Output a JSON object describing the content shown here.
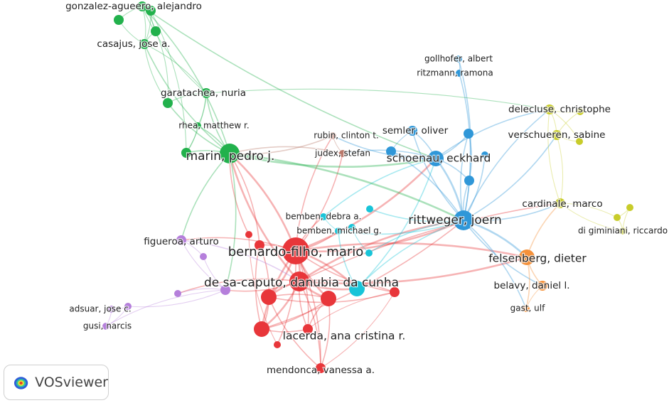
{
  "app": {
    "name": "VOSviewer",
    "logo_icon": "vosviewer-logo-icon"
  },
  "clusters": {
    "red": "#e8363a",
    "green": "#22b14c",
    "blue": "#2f97d8",
    "yellow": "#c8cc2a",
    "purple": "#b57fdb",
    "cyan": "#18c4d8",
    "orange": "#f5913a",
    "brown": "#b9786a"
  },
  "nodes": [
    {
      "id": "bernardo",
      "label": "bernardo-filho, mario",
      "cluster": "red",
      "weight": 5
    },
    {
      "id": "desacaputo",
      "label": "de sa-caputo, danubia da cunha",
      "cluster": "red",
      "weight": 4
    },
    {
      "id": "lacerda",
      "label": "lacerda, ana cristina r.",
      "cluster": "red",
      "weight": 3
    },
    {
      "id": "mendonca",
      "label": "mendonca, vanessa a.",
      "cluster": "red",
      "weight": 2
    },
    {
      "id": "r1",
      "label": "",
      "cluster": "red",
      "weight": 2
    },
    {
      "id": "r2",
      "label": "",
      "cluster": "red",
      "weight": 3
    },
    {
      "id": "r3",
      "label": "",
      "cluster": "red",
      "weight": 3
    },
    {
      "id": "r4",
      "label": "",
      "cluster": "red",
      "weight": 2
    },
    {
      "id": "r5",
      "label": "",
      "cluster": "red",
      "weight": 2
    },
    {
      "id": "r6",
      "label": "",
      "cluster": "red",
      "weight": 1
    },
    {
      "id": "r7",
      "label": "",
      "cluster": "red",
      "weight": 1
    },
    {
      "id": "marin",
      "label": "marin, pedro j.",
      "cluster": "green",
      "weight": 4
    },
    {
      "id": "garatachea",
      "label": "garatachea, nuria",
      "cluster": "green",
      "weight": 2
    },
    {
      "id": "rhea",
      "label": "rhea, matthew r.",
      "cluster": "green",
      "weight": 1
    },
    {
      "id": "casajus",
      "label": "casajus, jose a.",
      "cluster": "green",
      "weight": 2
    },
    {
      "id": "gonzalez",
      "label": "gonzalez-agueero, alejandro",
      "cluster": "green",
      "weight": 2
    },
    {
      "id": "g1",
      "label": "",
      "cluster": "green",
      "weight": 2
    },
    {
      "id": "g2",
      "label": "",
      "cluster": "green",
      "weight": 2
    },
    {
      "id": "g3",
      "label": "",
      "cluster": "green",
      "weight": 2
    },
    {
      "id": "g4",
      "label": "",
      "cluster": "green",
      "weight": 2
    },
    {
      "id": "g5",
      "label": "",
      "cluster": "green",
      "weight": 2
    },
    {
      "id": "rittweger",
      "label": "rittweger, joern",
      "cluster": "blue",
      "weight": 4
    },
    {
      "id": "schoenau",
      "label": "schoenau, eckhard",
      "cluster": "blue",
      "weight": 3
    },
    {
      "id": "semler",
      "label": "semler, oliver",
      "cluster": "blue",
      "weight": 2
    },
    {
      "id": "gollhofer",
      "label": "gollhofer, albert",
      "cluster": "blue",
      "weight": 1
    },
    {
      "id": "ritzmann",
      "label": "ritzmann, ramona",
      "cluster": "blue",
      "weight": 1
    },
    {
      "id": "b1",
      "label": "",
      "cluster": "blue",
      "weight": 2
    },
    {
      "id": "b2",
      "label": "",
      "cluster": "blue",
      "weight": 2
    },
    {
      "id": "b3",
      "label": "",
      "cluster": "blue",
      "weight": 1
    },
    {
      "id": "b4",
      "label": "",
      "cluster": "blue",
      "weight": 2
    },
    {
      "id": "felsenberg",
      "label": "felsenberg, dieter",
      "cluster": "orange",
      "weight": 3
    },
    {
      "id": "belavy",
      "label": "belavy, daniel l.",
      "cluster": "orange",
      "weight": 2
    },
    {
      "id": "gast",
      "label": "gast, ulf",
      "cluster": "orange",
      "weight": 1
    },
    {
      "id": "delecluse",
      "label": "delecluse, christophe",
      "cluster": "yellow",
      "weight": 2
    },
    {
      "id": "verschueren",
      "label": "verschueren, sabine",
      "cluster": "yellow",
      "weight": 2
    },
    {
      "id": "cardinale",
      "label": "cardinale, marco",
      "cluster": "yellow",
      "weight": 2
    },
    {
      "id": "digiminiani",
      "label": "di giminiani, riccardo",
      "cluster": "yellow",
      "weight": 1
    },
    {
      "id": "y1",
      "label": "",
      "cluster": "yellow",
      "weight": 1
    },
    {
      "id": "y2",
      "label": "",
      "cluster": "yellow",
      "weight": 1
    },
    {
      "id": "y3",
      "label": "",
      "cluster": "yellow",
      "weight": 1
    },
    {
      "id": "y4",
      "label": "",
      "cluster": "yellow",
      "weight": 1
    },
    {
      "id": "figueroa",
      "label": "figueroa, arturo",
      "cluster": "purple",
      "weight": 2
    },
    {
      "id": "adsuar",
      "label": "adsuar, jose c.",
      "cluster": "purple",
      "weight": 1
    },
    {
      "id": "gusi",
      "label": "gusi, narcis",
      "cluster": "purple",
      "weight": 1
    },
    {
      "id": "p1",
      "label": "",
      "cluster": "purple",
      "weight": 2
    },
    {
      "id": "p2",
      "label": "",
      "cluster": "purple",
      "weight": 1
    },
    {
      "id": "p3",
      "label": "",
      "cluster": "purple",
      "weight": 1
    },
    {
      "id": "p4",
      "label": "",
      "cluster": "purple",
      "weight": 1
    },
    {
      "id": "bembenda",
      "label": "bemben, debra a.",
      "cluster": "cyan",
      "weight": 1
    },
    {
      "id": "bembenmg",
      "label": "bemben, michael g.",
      "cluster": "cyan",
      "weight": 1
    },
    {
      "id": "c1",
      "label": "",
      "cluster": "cyan",
      "weight": 3
    },
    {
      "id": "c2",
      "label": "",
      "cluster": "cyan",
      "weight": 1
    },
    {
      "id": "c3",
      "label": "",
      "cluster": "cyan",
      "weight": 1
    },
    {
      "id": "c4",
      "label": "",
      "cluster": "cyan",
      "weight": 1
    },
    {
      "id": "rubin",
      "label": "rubin, clinton t.",
      "cluster": "brown",
      "weight": 1
    },
    {
      "id": "judex",
      "label": "judex, stefan",
      "cluster": "brown",
      "weight": 1
    }
  ],
  "links": [
    [
      "bernardo",
      "desacaputo"
    ],
    [
      "bernardo",
      "lacerda"
    ],
    [
      "bernardo",
      "mendonca"
    ],
    [
      "bernardo",
      "r1"
    ],
    [
      "bernardo",
      "r2"
    ],
    [
      "bernardo",
      "r3"
    ],
    [
      "bernardo",
      "r4"
    ],
    [
      "bernardo",
      "r5"
    ],
    [
      "bernardo",
      "r6"
    ],
    [
      "desacaputo",
      "lacerda"
    ],
    [
      "desacaputo",
      "mendonca"
    ],
    [
      "desacaputo",
      "r2"
    ],
    [
      "desacaputo",
      "r3"
    ],
    [
      "desacaputo",
      "r4"
    ],
    [
      "desacaputo",
      "r5"
    ],
    [
      "desacaputo",
      "c1"
    ],
    [
      "lacerda",
      "mendonca"
    ],
    [
      "lacerda",
      "r2"
    ],
    [
      "lacerda",
      "r3"
    ],
    [
      "lacerda",
      "r4"
    ],
    [
      "mendonca",
      "r2"
    ],
    [
      "mendonca",
      "r5"
    ],
    [
      "r1",
      "r2"
    ],
    [
      "r1",
      "r3"
    ],
    [
      "r2",
      "r3"
    ],
    [
      "r3",
      "r4"
    ],
    [
      "r4",
      "r5"
    ],
    [
      "r2",
      "r5"
    ],
    [
      "r6",
      "r7"
    ],
    [
      "bernardo",
      "marin"
    ],
    [
      "desacaputo",
      "marin"
    ],
    [
      "r1",
      "marin"
    ],
    [
      "r7",
      "marin"
    ],
    [
      "bernardo",
      "rittweger"
    ],
    [
      "desacaputo",
      "rittweger"
    ],
    [
      "bernardo",
      "schoenau"
    ],
    [
      "bernardo",
      "c1"
    ],
    [
      "bernardo",
      "bembenmg"
    ],
    [
      "bernardo",
      "bembenda"
    ],
    [
      "bernardo",
      "figueroa"
    ],
    [
      "desacaputo",
      "p1"
    ],
    [
      "desacaputo",
      "p2"
    ],
    [
      "bernardo",
      "rubin"
    ],
    [
      "bernardo",
      "judex"
    ],
    [
      "bernardo",
      "felsenberg"
    ],
    [
      "desacaputo",
      "felsenberg"
    ],
    [
      "desacaputo",
      "cardinale"
    ],
    [
      "r3",
      "rittweger"
    ],
    [
      "c1",
      "rittweger"
    ],
    [
      "c1",
      "schoenau"
    ],
    [
      "c1",
      "bembenmg"
    ],
    [
      "bembenda",
      "bembenmg"
    ],
    [
      "bembenmg",
      "c2"
    ],
    [
      "c2",
      "c3"
    ],
    [
      "c3",
      "rittweger"
    ],
    [
      "c4",
      "rittweger"
    ],
    [
      "bembenda",
      "schoenau"
    ],
    [
      "bembenmg",
      "rittweger"
    ],
    [
      "marin",
      "garatachea"
    ],
    [
      "marin",
      "rhea"
    ],
    [
      "marin",
      "g1"
    ],
    [
      "marin",
      "g2"
    ],
    [
      "marin",
      "casajus"
    ],
    [
      "marin",
      "gonzalez"
    ],
    [
      "garatachea",
      "rhea"
    ],
    [
      "garatachea",
      "g1"
    ],
    [
      "garatachea",
      "g2"
    ],
    [
      "casajus",
      "gonzalez"
    ],
    [
      "casajus",
      "g3"
    ],
    [
      "casajus",
      "g4"
    ],
    [
      "gonzalez",
      "g3"
    ],
    [
      "gonzalez",
      "g4"
    ],
    [
      "g3",
      "g4"
    ],
    [
      "g5",
      "casajus"
    ],
    [
      "g5",
      "gonzalez"
    ],
    [
      "garatachea",
      "casajus"
    ],
    [
      "g1",
      "casajus"
    ],
    [
      "g2",
      "g4"
    ],
    [
      "rhea",
      "g2"
    ],
    [
      "marin",
      "schoenau"
    ],
    [
      "marin",
      "rittweger"
    ],
    [
      "marin",
      "figueroa"
    ],
    [
      "marin",
      "p1"
    ],
    [
      "g1",
      "g3"
    ],
    [
      "garatachea",
      "gonzalez"
    ],
    [
      "rittweger",
      "schoenau"
    ],
    [
      "rittweger",
      "semler"
    ],
    [
      "rittweger",
      "b1"
    ],
    [
      "rittweger",
      "b2"
    ],
    [
      "rittweger",
      "b3"
    ],
    [
      "rittweger",
      "b4"
    ],
    [
      "schoenau",
      "semler"
    ],
    [
      "schoenau",
      "b1"
    ],
    [
      "schoenau",
      "b2"
    ],
    [
      "schoenau",
      "b4"
    ],
    [
      "semler",
      "b1"
    ],
    [
      "b2",
      "b4"
    ],
    [
      "rittweger",
      "gollhofer"
    ],
    [
      "gollhofer",
      "ritzmann"
    ],
    [
      "rittweger",
      "ritzmann"
    ],
    [
      "schoenau",
      "rubin"
    ],
    [
      "schoenau",
      "judex"
    ],
    [
      "rittweger",
      "felsenberg"
    ],
    [
      "rittweger",
      "belavy"
    ],
    [
      "rittweger",
      "gast"
    ],
    [
      "rittweger",
      "cardinale"
    ],
    [
      "rittweger",
      "delecluse"
    ],
    [
      "rittweger",
      "verschueren"
    ],
    [
      "schoenau",
      "delecluse"
    ],
    [
      "felsenberg",
      "belavy"
    ],
    [
      "felsenberg",
      "gast"
    ],
    [
      "belavy",
      "gast"
    ],
    [
      "delecluse",
      "verschueren"
    ],
    [
      "delecluse",
      "y1"
    ],
    [
      "verschueren",
      "y1"
    ],
    [
      "verschueren",
      "y2"
    ],
    [
      "delecluse",
      "y2"
    ],
    [
      "cardinale",
      "verschueren"
    ],
    [
      "cardinale",
      "delecluse"
    ],
    [
      "cardinale",
      "digiminiani"
    ],
    [
      "cardinale",
      "y3"
    ],
    [
      "digiminiani",
      "y3"
    ],
    [
      "digiminiani",
      "y4"
    ],
    [
      "y3",
      "y4"
    ],
    [
      "felsenberg",
      "cardinale"
    ],
    [
      "figueroa",
      "p1"
    ],
    [
      "figueroa",
      "p3"
    ],
    [
      "p1",
      "p2"
    ],
    [
      "p1",
      "adsuar"
    ],
    [
      "p1",
      "gusi"
    ],
    [
      "adsuar",
      "gusi"
    ],
    [
      "p3",
      "p1"
    ],
    [
      "p4",
      "gusi"
    ],
    [
      "p4",
      "adsuar"
    ],
    [
      "figueroa",
      "desacaputo"
    ],
    [
      "rubin",
      "judex"
    ],
    [
      "rubin",
      "marin"
    ],
    [
      "judex",
      "marin"
    ],
    [
      "garatachea",
      "delecluse"
    ],
    [
      "gonzalez",
      "schoenau"
    ]
  ]
}
